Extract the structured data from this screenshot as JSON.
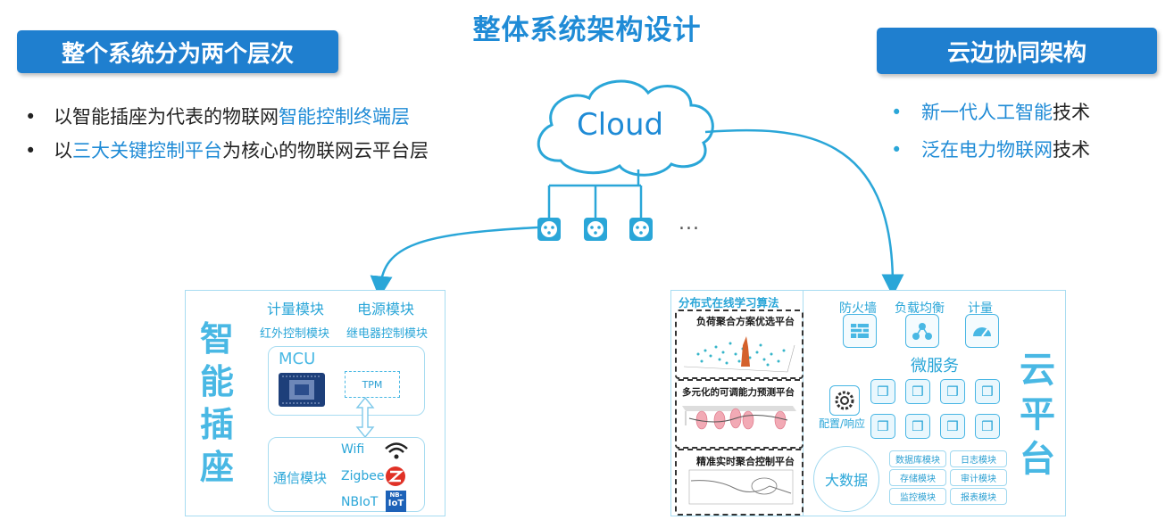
{
  "title": "整体系统架构设计",
  "left_banner": "整个系统分为两个层次",
  "right_banner": "云边协同架构",
  "left_bullets": [
    {
      "pre": "以智能插座为代表的物联网",
      "hl": "智能控制终端层",
      "post": ""
    },
    {
      "pre": "以",
      "hl": "三大关键控制平台",
      "post": "为核心的物联网云平台层"
    }
  ],
  "right_bullets": [
    {
      "hl": "新一代人工智能",
      "post": "技术"
    },
    {
      "hl": "泛在电力物联网",
      "post": "技术"
    }
  ],
  "cloud_label": "Cloud",
  "sockets_more": "...",
  "socket_panel": {
    "vertical_title": [
      "智",
      "能",
      "插",
      "座"
    ],
    "module_labels": [
      "计量模块",
      "电源模块",
      "红外控制模块",
      "继电器控制模块"
    ],
    "mcu_label": "MCU",
    "tpm_label": "TPM",
    "comm_label": "通信模块",
    "protocols": [
      "Wifi",
      "Zigbee",
      "NBIoT"
    ],
    "nb_badge": [
      "NB-",
      "IoT"
    ]
  },
  "platform_panel": {
    "left_title": "分布式在线学习算法",
    "sub_titles": [
      "负荷聚合方案优选平台",
      "多元化的可调能力预测平台",
      "精准实时聚合控制平台"
    ],
    "top_icons": [
      "防火墙",
      "负载均衡",
      "计量"
    ],
    "microservice": "微服务",
    "config_label": "配置/响应",
    "bigdata": "大数据",
    "modules": [
      "数据库模块",
      "日志模块",
      "存储模块",
      "审计模块",
      "监控模块",
      "报表模块"
    ],
    "vertical_title": [
      "云",
      "平",
      "台"
    ]
  },
  "colors": {
    "accent": "#1f8bd6",
    "banner": "#1f7fcf",
    "light": "#49b8e4"
  }
}
